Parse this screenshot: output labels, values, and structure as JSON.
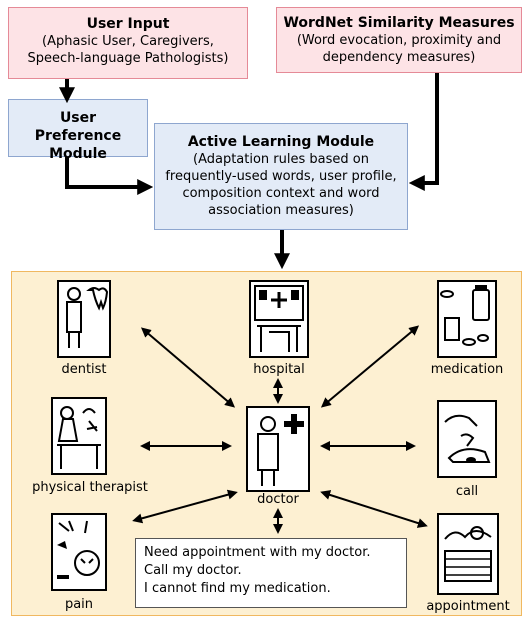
{
  "user_input": {
    "title": "User Input",
    "desc": "(Aphasic User, Caregivers, Speech-language Pathologists)"
  },
  "wordnet": {
    "title": "WordNet Similarity Measures",
    "desc": "(Word evocation, proximity and dependency measures)"
  },
  "preference": {
    "title": "User Preference Module"
  },
  "active": {
    "title": "Active Learning Module",
    "desc": "(Adaptation rules based on frequently-used words, user profile, composition context and word association measures)"
  },
  "symbols": {
    "dentist": "dentist",
    "hospital": "hospital",
    "medication": "medication",
    "physical_therapist": "physical therapist",
    "doctor": "doctor",
    "call": "call",
    "pain": "pain",
    "appointment": "appointment"
  },
  "messages": [
    "Need appointment with my doctor.",
    "Call my doctor.",
    "I cannot find my medication."
  ]
}
